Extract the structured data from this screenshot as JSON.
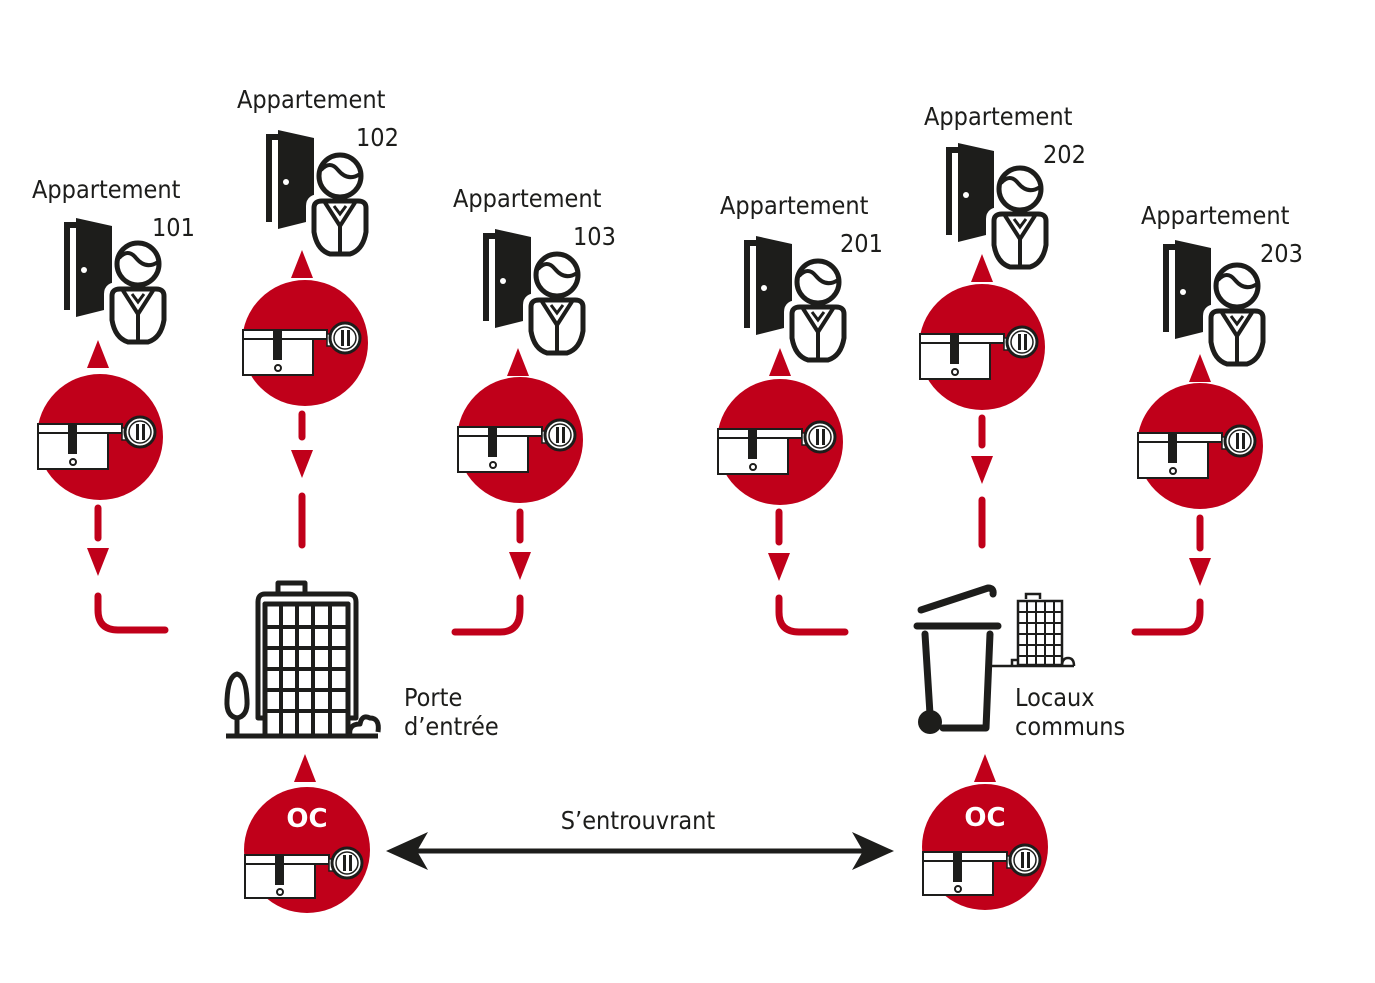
{
  "colors": {
    "accent": "#c0001a",
    "ink": "#1d1d1b",
    "background": "#ffffff"
  },
  "apartments": [
    {
      "id": "101",
      "title": "Appartement",
      "number": "101"
    },
    {
      "id": "102",
      "title": "Appartement",
      "number": "102"
    },
    {
      "id": "103",
      "title": "Appartement",
      "number": "103"
    },
    {
      "id": "201",
      "title": "Appartement",
      "number": "201"
    },
    {
      "id": "202",
      "title": "Appartement",
      "number": "202"
    },
    {
      "id": "203",
      "title": "Appartement",
      "number": "203"
    }
  ],
  "hubs": [
    {
      "id": "entrance",
      "label_line1": "Porte",
      "label_line2": "d’entrée",
      "icon": "building-icon",
      "cylinder_label": "OC"
    },
    {
      "id": "common",
      "label_line1": "Locaux",
      "label_line2": "communs",
      "icon": "waste-bin-icon",
      "cylinder_label": "OC"
    }
  ],
  "link": {
    "label": "S’entrouvrant"
  },
  "icons": {
    "apartment": "door-person-icon",
    "cylinder": "lock-cylinder-key-icon",
    "building": "building-icon",
    "bin": "waste-bin-icon"
  }
}
